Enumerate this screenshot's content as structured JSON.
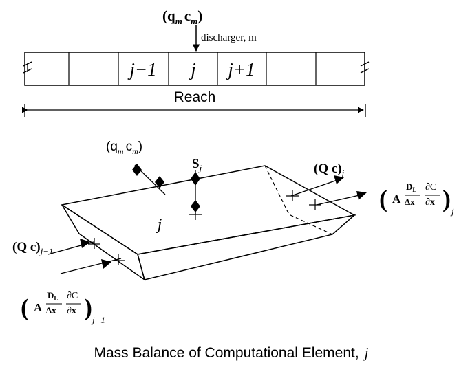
{
  "top_diagram": {
    "input_label": {
      "open": "(",
      "q": "q",
      "q_sub": "m",
      "c": "c",
      "c_sub": "m",
      "close": ")"
    },
    "discharger_label": "discharger, m",
    "cells": [
      "j−1",
      "j",
      "j+1"
    ],
    "reach_label": "Reach"
  },
  "element_diagram": {
    "lateral_input": {
      "open": "(",
      "q": "q",
      "q_sub": "m",
      "c": "c",
      "c_sub": "m",
      "close": ")"
    },
    "source": {
      "main": "S",
      "sub": "j"
    },
    "element_label": "j",
    "advection_out": {
      "text": "(Q c)",
      "sub": "j"
    },
    "advection_in": {
      "text": "(Q c)",
      "sub": "j−1"
    },
    "dispersion_out": {
      "A": "A",
      "num1": "D",
      "num1_sub": "L",
      "den1": "Δx",
      "num2": "∂C",
      "den2": "∂x",
      "sub": "j"
    },
    "dispersion_in": {
      "A": "A",
      "num1": "D",
      "num1_sub": "L",
      "den1": "Δx",
      "num2": "∂C",
      "den2": "∂x",
      "sub": "j−1"
    }
  },
  "caption": {
    "text": "Mass Balance of Computational Element,",
    "var": "j"
  }
}
